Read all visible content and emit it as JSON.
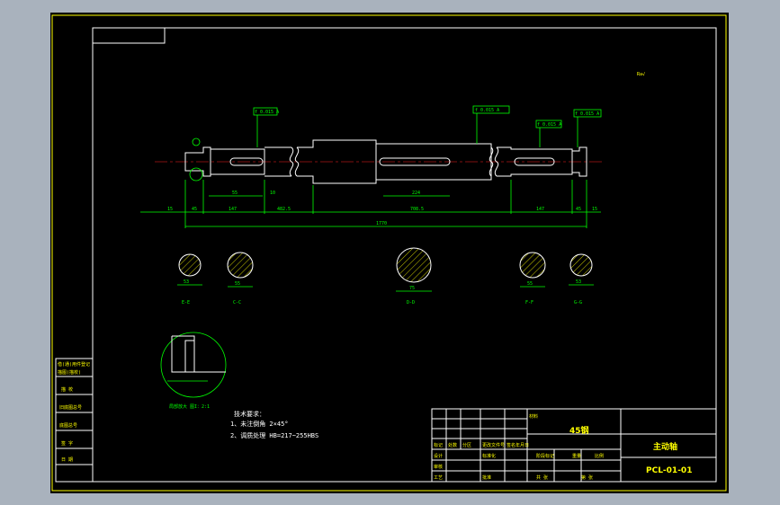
{
  "drawing": {
    "roughness": "Ra√",
    "tech_req_title": "技术要求：",
    "tech_req_1": "1、未注倒角 2×45°",
    "tech_req_2": "2、调质处理 HB=217~255HBS",
    "material": "45钢",
    "part_name": "主动轴",
    "drawing_no": "PCL-01-01",
    "detail_caption": "局部放大 图I：2:1",
    "title_cells": {
      "mark": "标记",
      "count": "处数",
      "zone": "分区",
      "change_doc": "更改文件号",
      "sign": "签名",
      "date": "年月日",
      "design": "设计",
      "standardize": "标准化",
      "stage_mark": "阶段标记",
      "weight": "重量",
      "scale": "比例",
      "review": "审核",
      "process": "工艺",
      "approve": "批准",
      "sheet_total": "共 张",
      "sheet_no": "第 张",
      "label_material": "材料"
    },
    "left_column": [
      "借(通)用件登记",
      "描图(描校)",
      "描 校",
      "旧底图总号",
      "底图总号",
      "签 字",
      "日 期"
    ],
    "dims": {
      "total": "1770",
      "d1": "15",
      "d2": "45",
      "d3": "147",
      "d4": "482.5",
      "d5": "708.5",
      "d6": "147",
      "d7": "45",
      "d8": "15",
      "key1": "55",
      "key1b": "10",
      "key2": "224"
    },
    "section_labels": [
      "E-E",
      "C-C",
      "D-D",
      "F-F",
      "G-G"
    ],
    "section_dims": [
      "53",
      "55",
      "75",
      "55",
      "53"
    ],
    "tolerance_frames": [
      "f 0.015 A",
      "f 0.015 A",
      "f 0.015 A",
      "f 0.015 A"
    ]
  }
}
